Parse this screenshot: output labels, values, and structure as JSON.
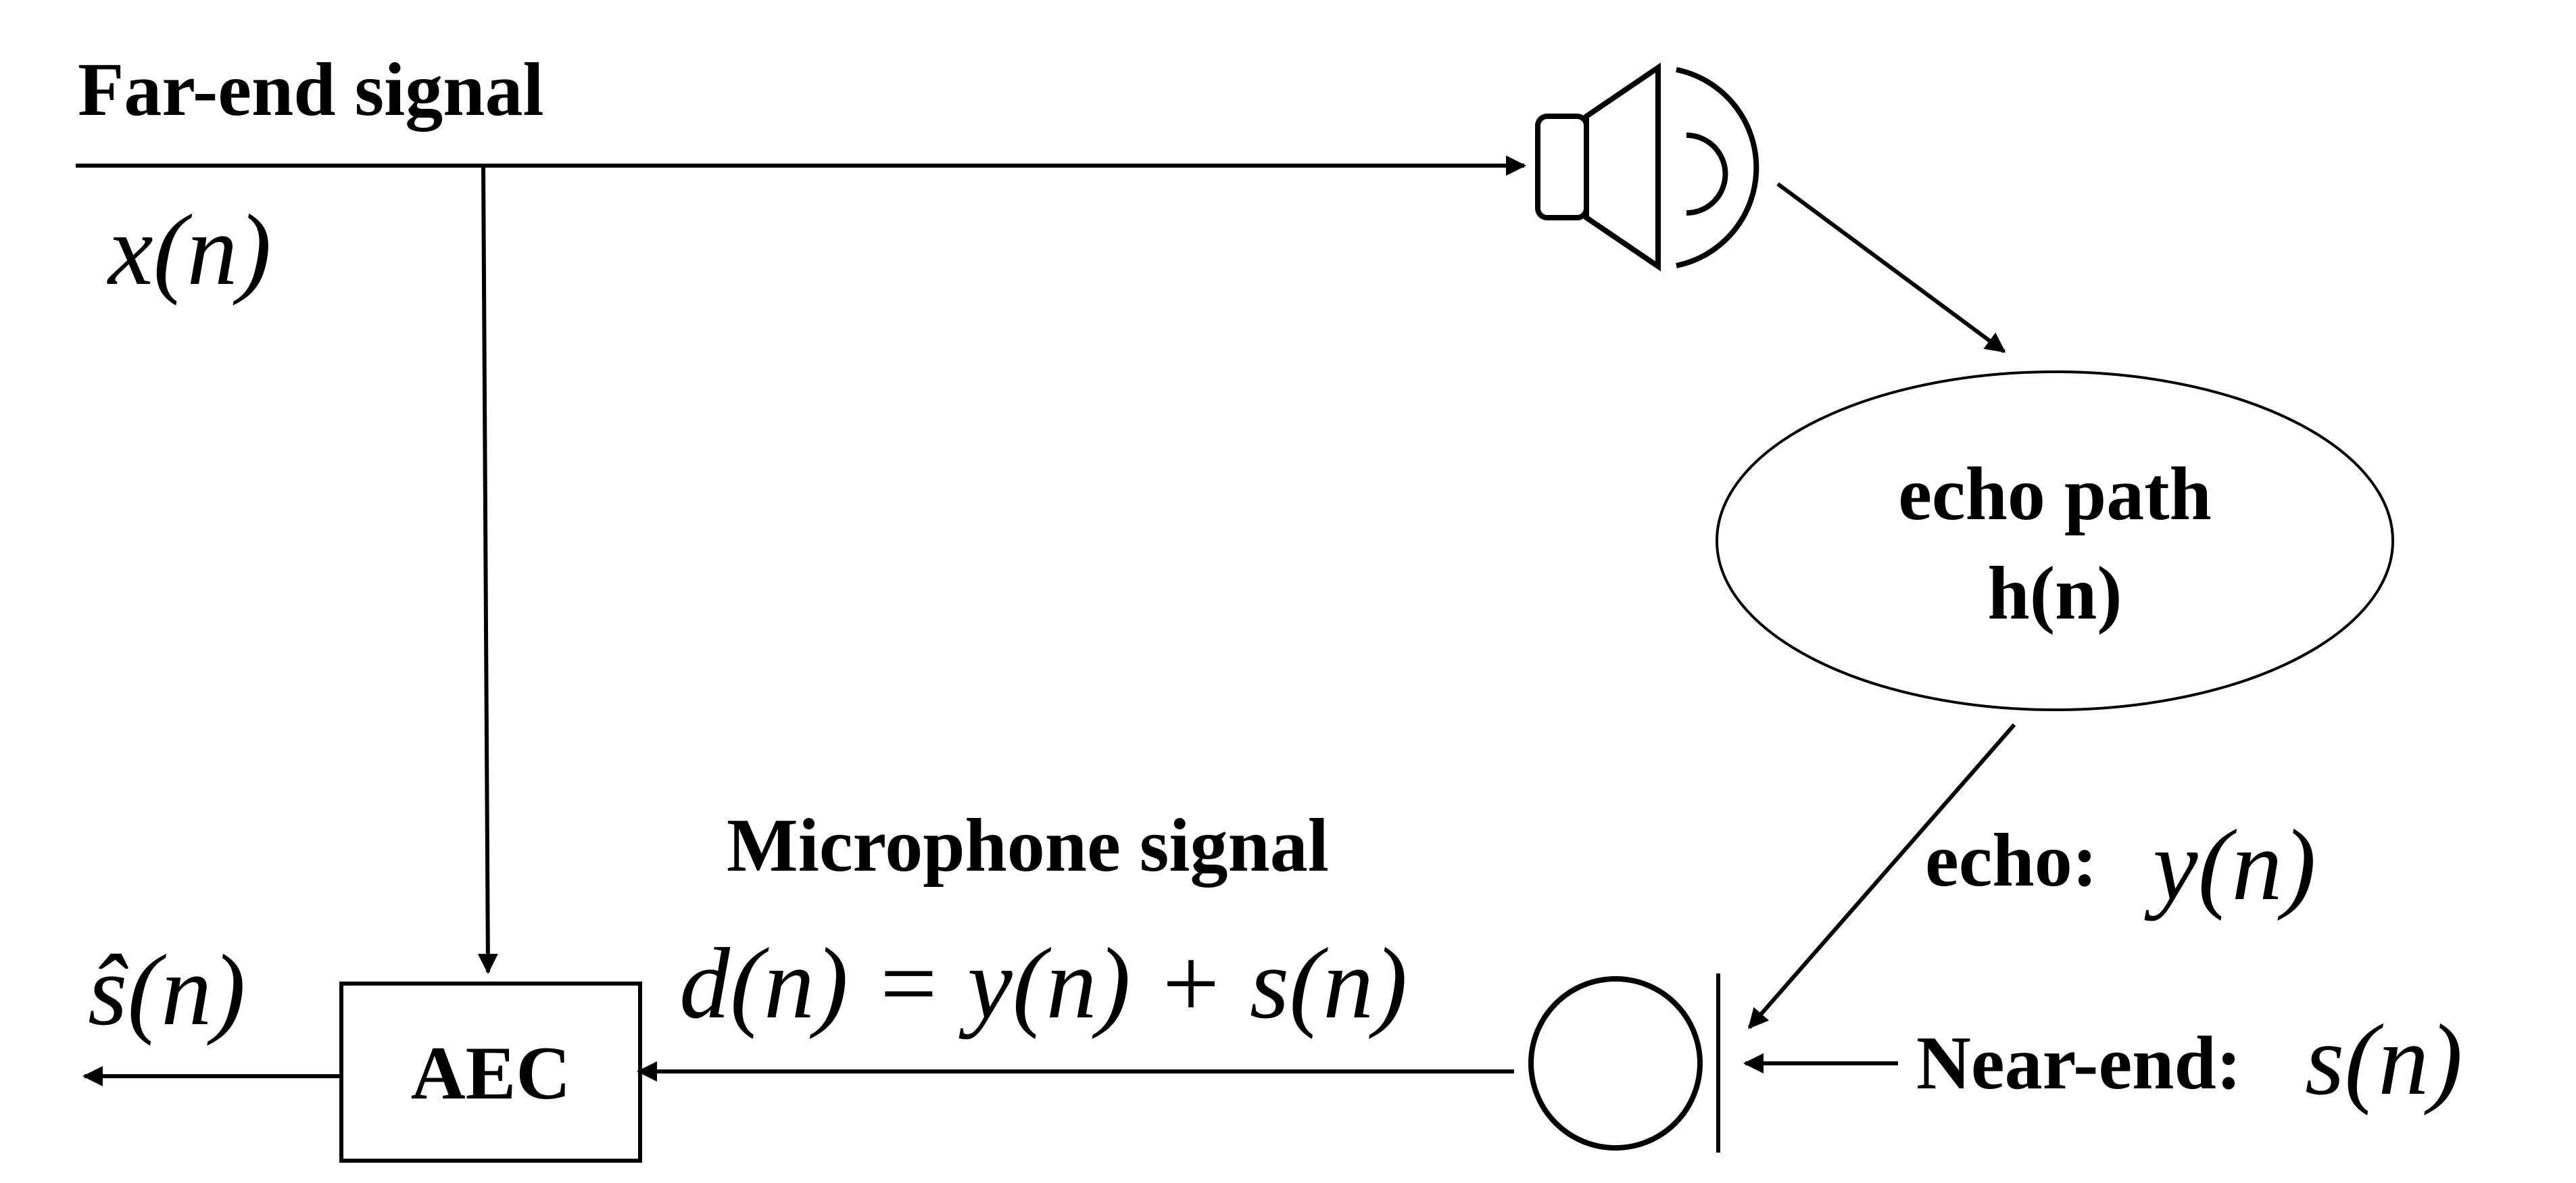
{
  "labels": {
    "far_end_title": "Far-end signal",
    "far_end_symbol": "x(n)",
    "echo_path_line1": "echo path",
    "echo_path_line2": "h(n)",
    "echo_prefix": "echo:",
    "echo_symbol": "y(n)",
    "mic_title": "Microphone signal",
    "mic_equation": "d(n) = y(n) + s(n)",
    "near_end_prefix": "Near-end:",
    "near_end_symbol": "s(n)",
    "aec": "AEC",
    "output_symbol": "ŝ(n)"
  },
  "icons": {
    "speaker": "loudspeaker-icon",
    "microphone": "microphone-icon"
  },
  "colors": {
    "line": "#000000",
    "background": "#ffffff"
  }
}
